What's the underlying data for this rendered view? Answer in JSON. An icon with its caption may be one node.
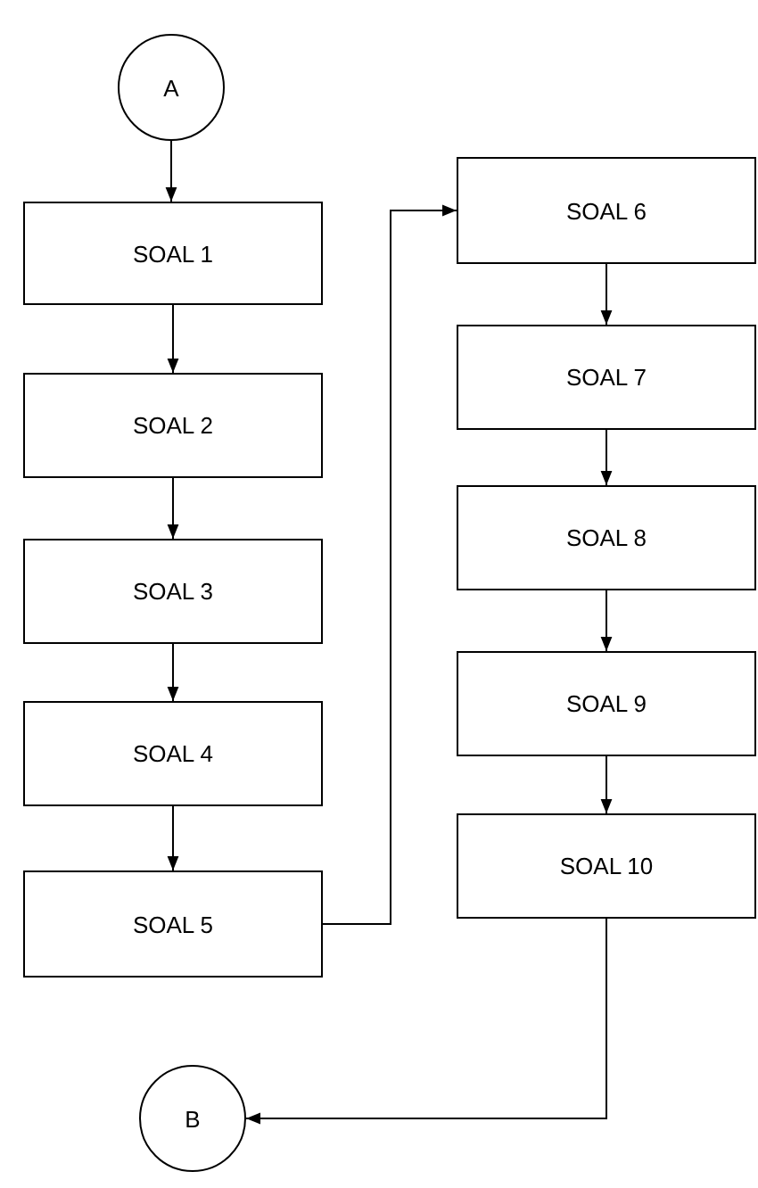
{
  "diagram": {
    "nodes": [
      {
        "text": [
          "A"
        ]
      },
      {
        "text": [
          "SOAL 1"
        ]
      },
      {
        "text": [
          "SOAL 2"
        ]
      },
      {
        "text": [
          "SOAL 3"
        ]
      },
      {
        "text": [
          "SOAL 4"
        ]
      },
      {
        "text": [
          "SOAL 5"
        ]
      },
      {
        "text": [
          "SOAL 6"
        ]
      },
      {
        "text": [
          "SOAL 7"
        ]
      },
      {
        "text": [
          "SOAL 8"
        ]
      },
      {
        "text": [
          "SOAL 9"
        ]
      },
      {
        "text": [
          "SOAL 10"
        ]
      },
      {
        "text": [
          "B"
        ]
      }
    ],
    "edges": [
      {
        "from": 0,
        "to": 1,
        "arrow": "to"
      },
      {
        "from": 1,
        "to": 2,
        "arrow": "to"
      },
      {
        "from": 2,
        "to": 3,
        "arrow": "to"
      },
      {
        "from": 3,
        "to": 4,
        "arrow": "to"
      },
      {
        "from": 4,
        "to": 5,
        "arrow": "to"
      },
      {
        "from": 5,
        "to": 6,
        "arrow": "to"
      },
      {
        "from": 6,
        "to": 7,
        "arrow": "to"
      },
      {
        "from": 7,
        "to": 8,
        "arrow": "to"
      },
      {
        "from": 8,
        "to": 9,
        "arrow": "to"
      },
      {
        "from": 9,
        "to": 10,
        "arrow": "to"
      },
      {
        "from": 10,
        "to": 11,
        "arrow": "to"
      }
    ]
  }
}
